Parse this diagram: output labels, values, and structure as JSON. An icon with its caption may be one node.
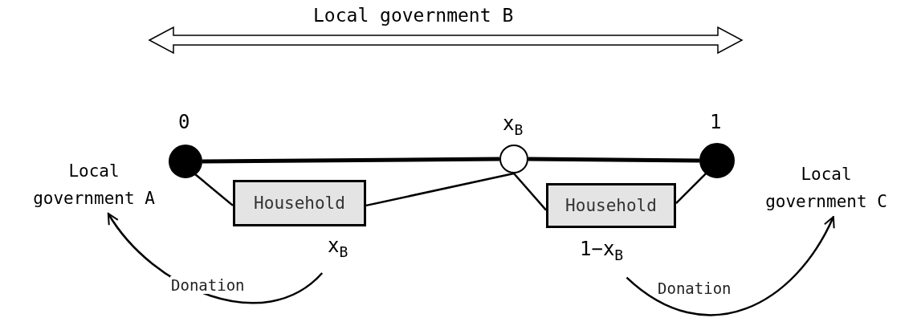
{
  "diagram": {
    "nodes": [
      {
        "text": [],
        "shape": "circle",
        "beside": [
          "0"
        ]
      },
      {
        "text": [],
        "shape": "circle",
        "beside": [
          "x$_{B}$"
        ]
      },
      {
        "text": [],
        "shape": "circle",
        "beside": [
          "1"
        ]
      },
      {
        "text": [
          "Household"
        ],
        "beside": [
          "x$_{B}$"
        ]
      },
      {
        "text": [
          "Household"
        ],
        "beside": [
          "1−x$_{B}$"
        ]
      },
      {
        "text": [
          "Local government A"
        ]
      },
      {
        "text": [
          "Local government C"
        ]
      }
    ],
    "edges": [
      {
        "from": 0,
        "to": 1,
        "arrow": "none",
        "style": "thick"
      },
      {
        "from": 1,
        "to": 2,
        "arrow": "none",
        "style": "thick"
      },
      {
        "from": 0,
        "to": 3,
        "arrow": "none"
      },
      {
        "from": 3,
        "to": 1,
        "arrow": "none"
      },
      {
        "from": 1,
        "to": 4,
        "arrow": "none"
      },
      {
        "from": 4,
        "to": 2,
        "arrow": "none"
      },
      {
        "from": 3,
        "to": 5,
        "arrow": "to",
        "label": "Donation"
      },
      {
        "from": 4,
        "to": 6,
        "arrow": "to",
        "label": "Donation"
      }
    ],
    "labels": [
      "Local government B"
    ]
  }
}
